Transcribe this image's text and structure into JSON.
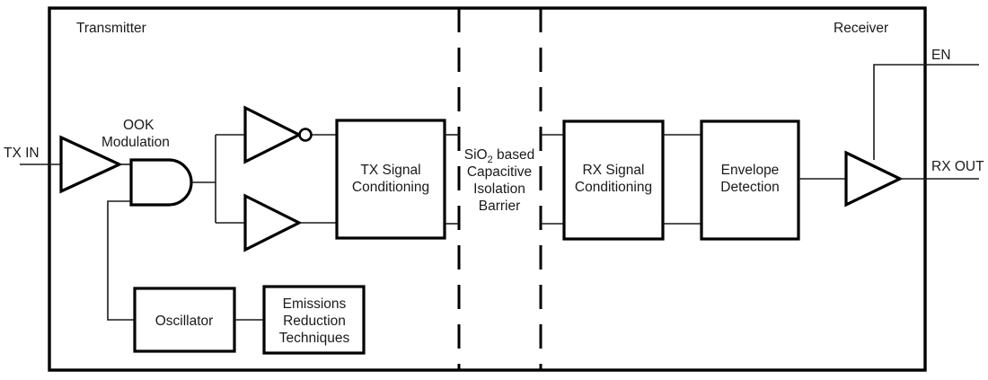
{
  "figure": {
    "type": "block-diagram",
    "description": "Digital isolator functional block diagram",
    "colors": {
      "line": "#1a1a1a",
      "block_outline": "#000000",
      "background": "#ffffff"
    }
  },
  "sections": {
    "transmitter": "Transmitter",
    "receiver": "Receiver"
  },
  "ports": {
    "tx_in": "TX IN",
    "rx_out": "RX OUT",
    "enable": "EN"
  },
  "annotations": {
    "ook_line1": "OOK",
    "ook_line2": "Modulation"
  },
  "barrier": {
    "line1_pre": "SiO",
    "line1_sub": "2",
    "line1_post": " based",
    "line2": "Capacitive",
    "line3": "Isolation",
    "line4": "Barrier"
  },
  "blocks": [
    {
      "id": "tx-signal-conditioning",
      "lines": [
        "TX Signal",
        "Conditioning"
      ]
    },
    {
      "id": "rx-signal-conditioning",
      "lines": [
        "RX Signal",
        "Conditioning"
      ]
    },
    {
      "id": "envelope-detection",
      "lines": [
        "Envelope",
        "Detection"
      ]
    },
    {
      "id": "oscillator",
      "lines": [
        "Oscillator"
      ]
    },
    {
      "id": "emissions-reduction",
      "lines": [
        "Emissions",
        "Reduction",
        "Techniques"
      ]
    }
  ],
  "block_text": {
    "tx_cond_1": "TX Signal",
    "tx_cond_2": "Conditioning",
    "rx_cond_1": "RX Signal",
    "rx_cond_2": "Conditioning",
    "env_1": "Envelope",
    "env_2": "Detection",
    "osc_1": "Oscillator",
    "emis_1": "Emissions",
    "emis_2": "Reduction",
    "emis_3": "Techniques"
  },
  "gates": {
    "input_buffer": "input-buffer",
    "and_gate": "and-gate",
    "inverter": "inverter",
    "buffer": "buffer",
    "output_buffer": "output-buffer"
  }
}
